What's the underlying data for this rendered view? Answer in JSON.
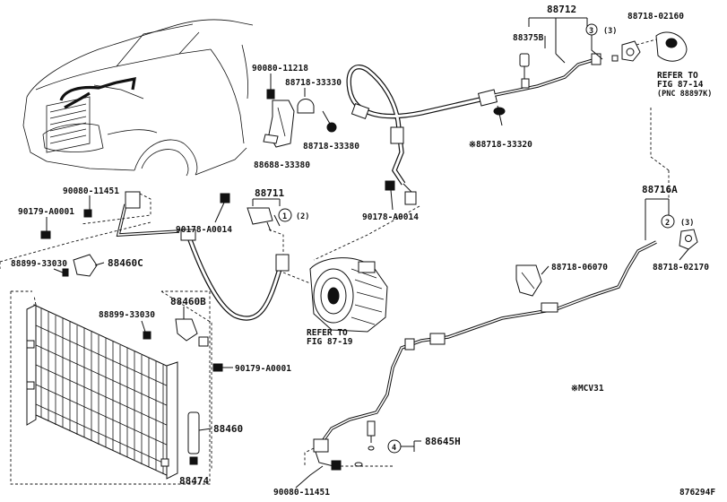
{
  "labels": {
    "p88712": "88712",
    "p88375B": "88375B",
    "p88718_02160": "88718-02160",
    "p88718_33320": "※88718-33320",
    "p90080_11218": "90080-11218",
    "p88718_33330": "88718-33330",
    "p88718_33380": "88718-33380",
    "p88688_33380": "88688-33380",
    "p90080_11451_top": "90080-11451",
    "p90179_A0001_top": "90179-A0001",
    "p88711": "88711",
    "p90178_A0014_left": "90178-A0014",
    "p90178_A0014_right": "90178-A0014",
    "p88899_33030_top": "88899-33030",
    "p88460C": "88460C",
    "p88460B": "88460B",
    "p88899_33030_mid": "88899-33030",
    "p90179_A0001_mid": "90179-A0001",
    "p88460": "88460",
    "p88474": "88474",
    "p88716A": "88716A",
    "p88718_06070": "88718-06070",
    "p88718_02170": "88718-02170",
    "p88645H": "88645H",
    "p90080_11451_bottom": "90080-11451",
    "note_mcv31": "※MCV31",
    "diagram_id": "876294F"
  },
  "callouts": {
    "c1": "1",
    "c2": "2",
    "c3": "3",
    "c4": "4",
    "q1": "(2)",
    "q2": "(3)",
    "q3": "(3)"
  },
  "refers": {
    "r1_line1": "REFER TO",
    "r1_line2": "FIG 87-14",
    "r1_line3": "(PNC 88897K)",
    "r2_line1": "REFER TO",
    "r2_line2": "FIG 87-19"
  }
}
